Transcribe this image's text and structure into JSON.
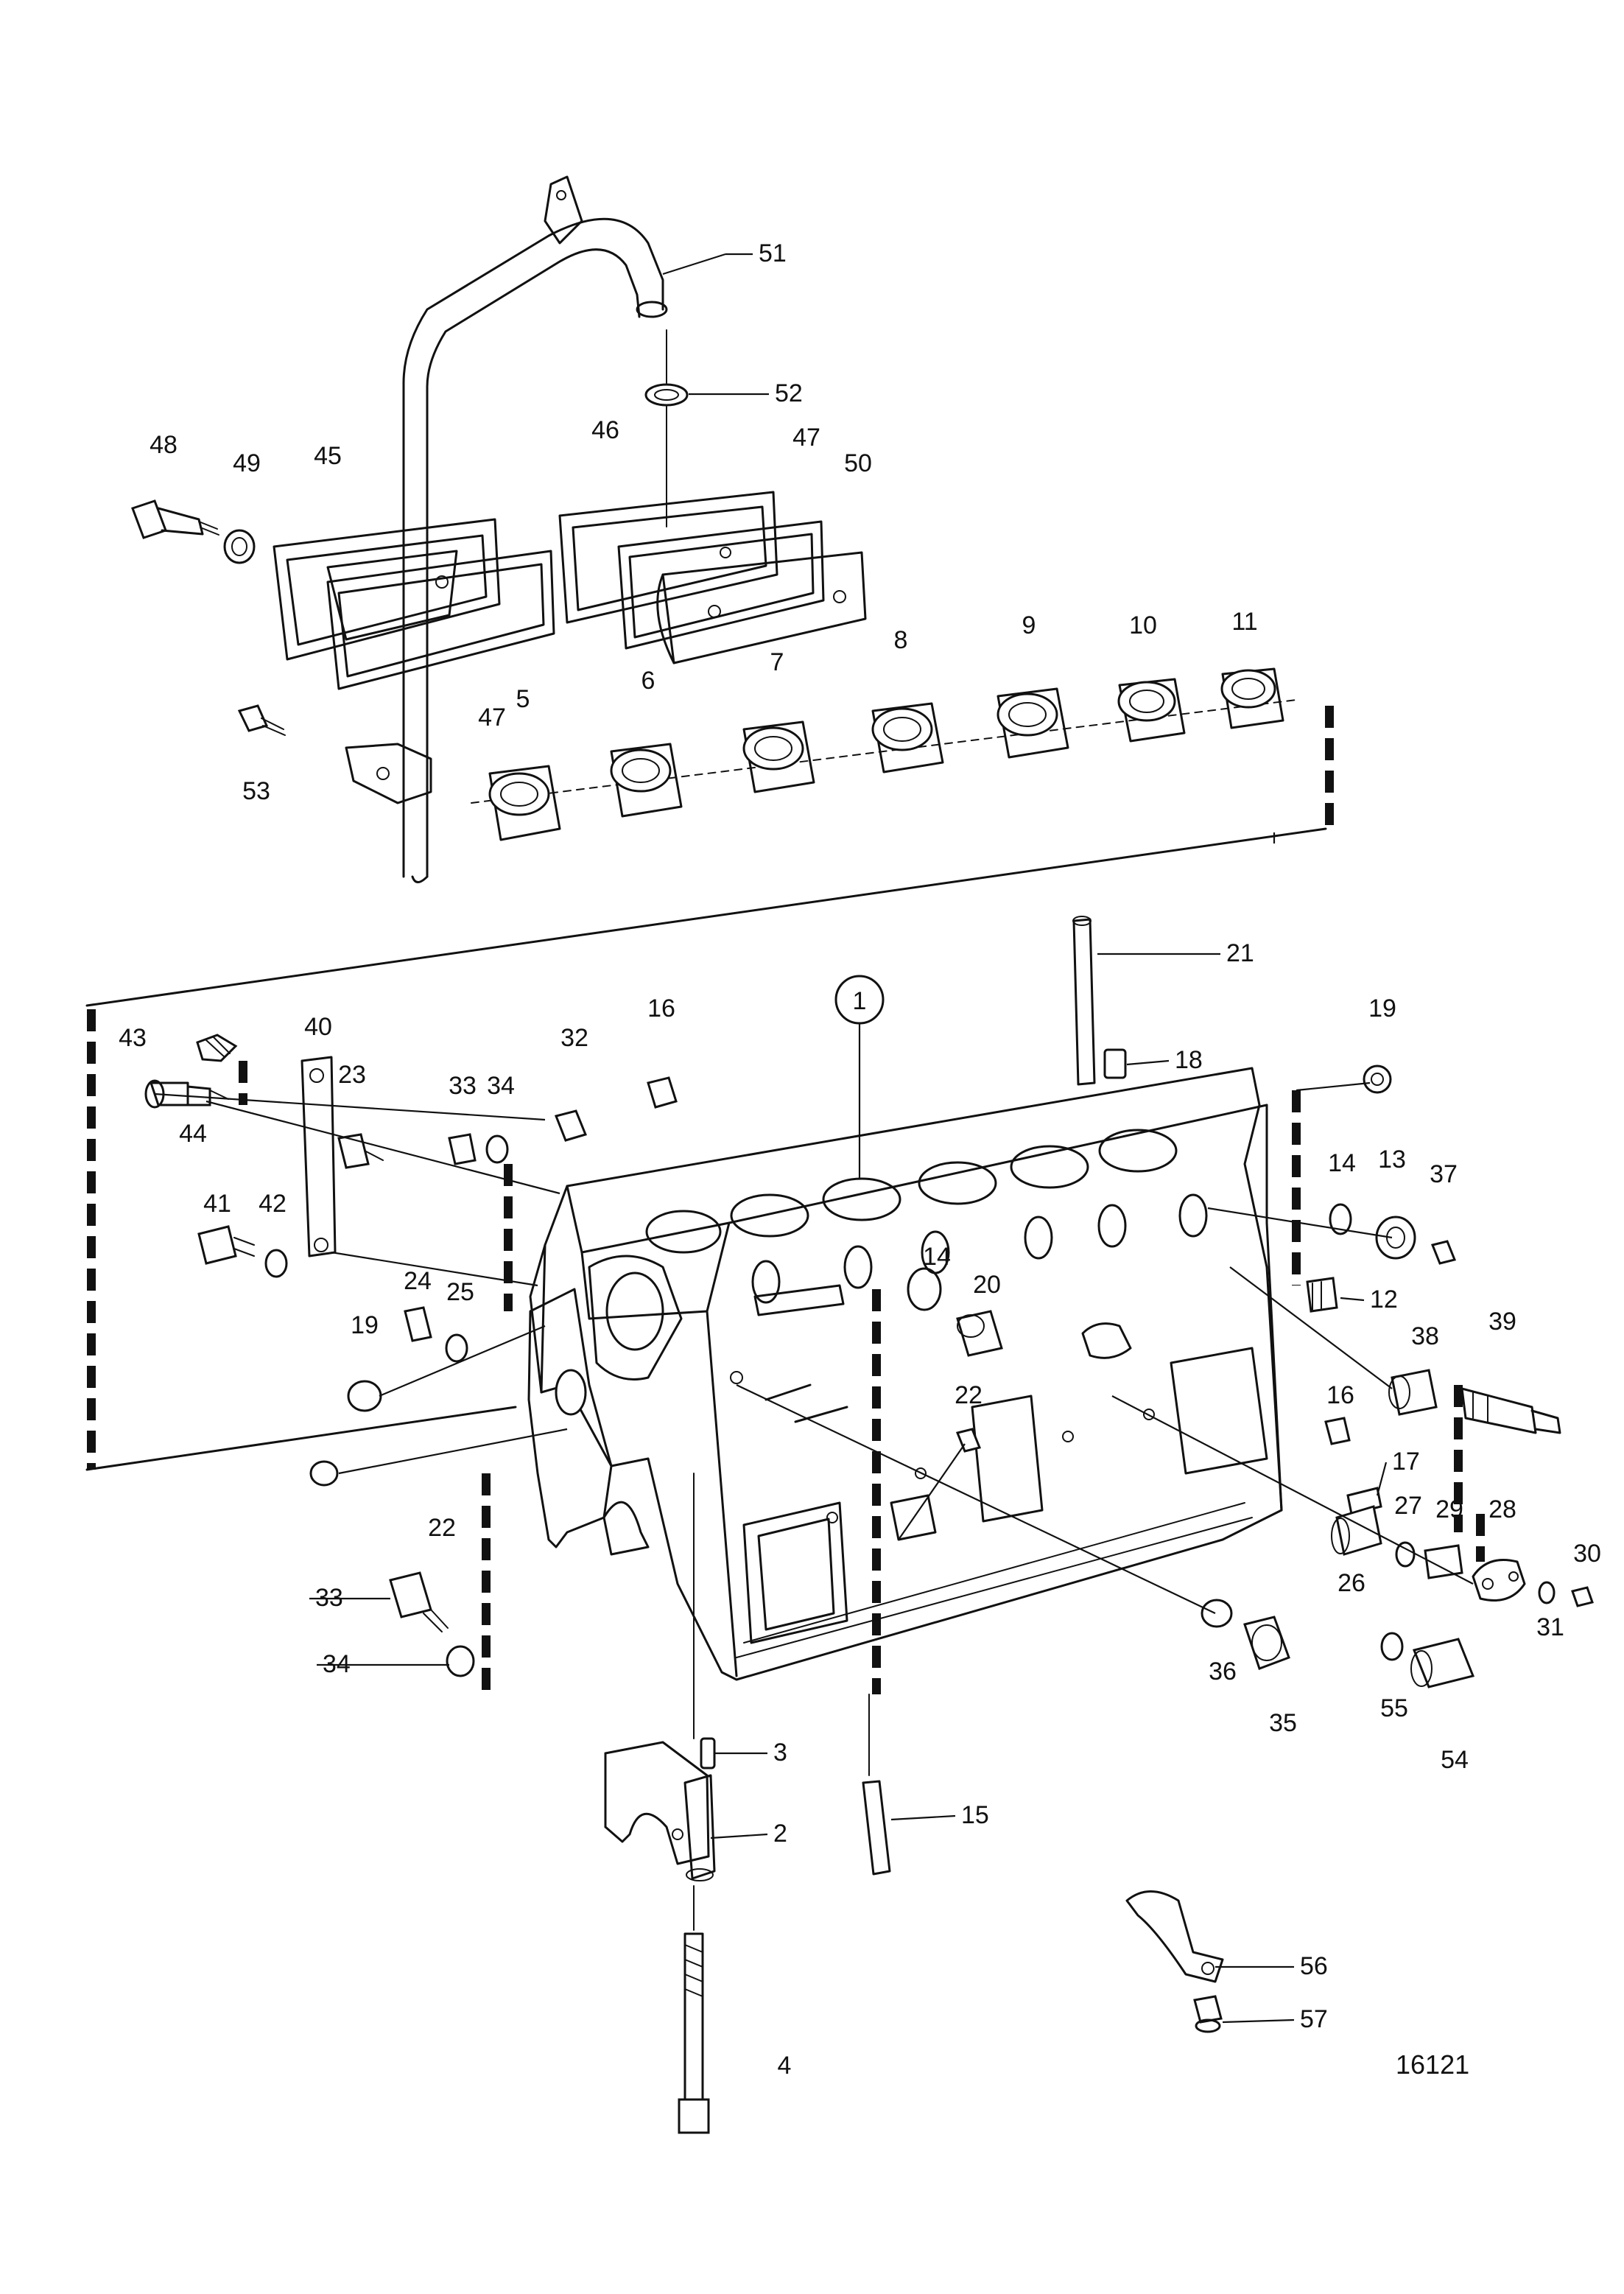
{
  "figure_number": "16121",
  "main_item_circled": "1",
  "callouts": [
    {
      "id": "c51",
      "label": "51"
    },
    {
      "id": "c52",
      "label": "52"
    },
    {
      "id": "c48",
      "label": "48"
    },
    {
      "id": "c49",
      "label": "49"
    },
    {
      "id": "c45",
      "label": "45"
    },
    {
      "id": "c46",
      "label": "46"
    },
    {
      "id": "c47a",
      "label": "47"
    },
    {
      "id": "c50",
      "label": "50"
    },
    {
      "id": "c47b",
      "label": "47"
    },
    {
      "id": "c53",
      "label": "53"
    },
    {
      "id": "c5",
      "label": "5"
    },
    {
      "id": "c6",
      "label": "6"
    },
    {
      "id": "c7",
      "label": "7"
    },
    {
      "id": "c8",
      "label": "8"
    },
    {
      "id": "c9",
      "label": "9"
    },
    {
      "id": "c10",
      "label": "10"
    },
    {
      "id": "c11",
      "label": "11"
    },
    {
      "id": "c21",
      "label": "21"
    },
    {
      "id": "c43",
      "label": "43"
    },
    {
      "id": "c40",
      "label": "40"
    },
    {
      "id": "c23",
      "label": "23"
    },
    {
      "id": "c44",
      "label": "44"
    },
    {
      "id": "c33a",
      "label": "33"
    },
    {
      "id": "c34a",
      "label": "34"
    },
    {
      "id": "c32",
      "label": "32"
    },
    {
      "id": "c16a",
      "label": "16"
    },
    {
      "id": "c18",
      "label": "18"
    },
    {
      "id": "c19a",
      "label": "19"
    },
    {
      "id": "c41",
      "label": "41"
    },
    {
      "id": "c42",
      "label": "42"
    },
    {
      "id": "c14a",
      "label": "14"
    },
    {
      "id": "c13",
      "label": "13"
    },
    {
      "id": "c37",
      "label": "37"
    },
    {
      "id": "c24",
      "label": "24"
    },
    {
      "id": "c25",
      "label": "25"
    },
    {
      "id": "c14b",
      "label": "14"
    },
    {
      "id": "c20",
      "label": "20"
    },
    {
      "id": "c12",
      "label": "12"
    },
    {
      "id": "c19b",
      "label": "19"
    },
    {
      "id": "c38",
      "label": "38"
    },
    {
      "id": "c39",
      "label": "39"
    },
    {
      "id": "c22a",
      "label": "22"
    },
    {
      "id": "c16b",
      "label": "16"
    },
    {
      "id": "c17",
      "label": "17"
    },
    {
      "id": "c22b",
      "label": "22"
    },
    {
      "id": "c27",
      "label": "27"
    },
    {
      "id": "c29",
      "label": "29"
    },
    {
      "id": "c28",
      "label": "28"
    },
    {
      "id": "c30",
      "label": "30"
    },
    {
      "id": "c26",
      "label": "26"
    },
    {
      "id": "c31",
      "label": "31"
    },
    {
      "id": "c33b",
      "label": "33"
    },
    {
      "id": "c34b",
      "label": "34"
    },
    {
      "id": "c36",
      "label": "36"
    },
    {
      "id": "c35",
      "label": "35"
    },
    {
      "id": "c55",
      "label": "55"
    },
    {
      "id": "c54",
      "label": "54"
    },
    {
      "id": "c3",
      "label": "3"
    },
    {
      "id": "c15",
      "label": "15"
    },
    {
      "id": "c2",
      "label": "2"
    },
    {
      "id": "c56",
      "label": "56"
    },
    {
      "id": "c57",
      "label": "57"
    },
    {
      "id": "c4",
      "label": "4"
    }
  ]
}
